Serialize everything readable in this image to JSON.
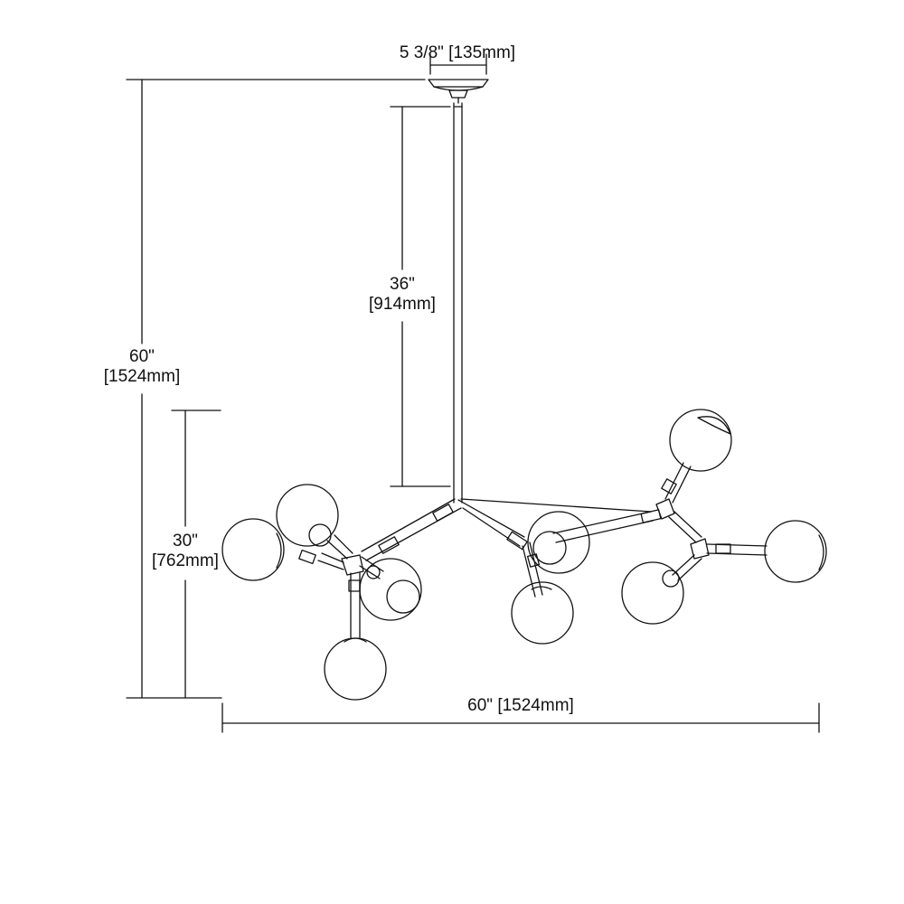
{
  "drawing": {
    "stroke_color": "#111111",
    "background": "#ffffff"
  },
  "dimensions": {
    "canopy_width": "5 3/8\" [135mm]",
    "rod_length_in": "36\"",
    "rod_length_mm": "[914mm]",
    "overall_height_in": "60\"",
    "overall_height_mm": "[1524mm]",
    "fixture_height_in": "30\"",
    "fixture_height_mm": "[762mm]",
    "overall_width": "60\" [1524mm]"
  }
}
